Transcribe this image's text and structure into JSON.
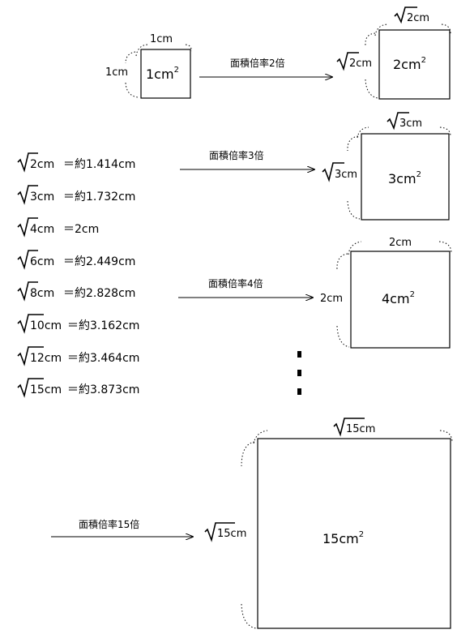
{
  "squares": [
    {
      "key": "s1",
      "area": "1cm",
      "sup": "2",
      "side_left": "1cm",
      "side_top": "1cm",
      "top_radical": false,
      "left_radical": false
    },
    {
      "key": "s2",
      "area": "2cm",
      "sup": "2",
      "side_left_num": "2",
      "side_left_unit": "cm",
      "side_top_num": "2",
      "side_top_unit": "cm",
      "top_radical": true,
      "left_radical": true
    },
    {
      "key": "s3",
      "area": "3cm",
      "sup": "2",
      "side_left_num": "3",
      "side_left_unit": "cm",
      "side_top_num": "3",
      "side_top_unit": "cm",
      "top_radical": true,
      "left_radical": true
    },
    {
      "key": "s4",
      "area": "4cm",
      "sup": "2",
      "side_left": "2cm",
      "side_top": "2cm",
      "top_radical": false,
      "left_radical": false
    },
    {
      "key": "s15",
      "area": "15cm",
      "sup": "2",
      "side_left_num": "15",
      "side_left_unit": "cm",
      "side_top_num": "15",
      "side_top_unit": "cm",
      "top_radical": true,
      "left_radical": true
    }
  ],
  "arrows": [
    {
      "label": "面積倍率2倍"
    },
    {
      "label": "面積倍率3倍"
    },
    {
      "label": "面積倍率4倍"
    },
    {
      "label": "面積倍率15倍"
    }
  ],
  "values": [
    {
      "rad": "2",
      "unit": "cm",
      "eq": "＝約1.414cm"
    },
    {
      "rad": "3",
      "unit": "cm",
      "eq": "＝約1.732cm"
    },
    {
      "rad": "4",
      "unit": "cm",
      "eq": "＝2cm"
    },
    {
      "rad": "6",
      "unit": "cm",
      "eq": "＝約2.449cm"
    },
    {
      "rad": "8",
      "unit": "cm",
      "eq": "＝約2.828cm"
    },
    {
      "rad": "10",
      "unit": "cm",
      "eq": "＝約3.162cm"
    },
    {
      "rad": "12",
      "unit": "cm",
      "eq": "＝約3.464cm"
    },
    {
      "rad": "15",
      "unit": "cm",
      "eq": "＝約3.873cm"
    }
  ],
  "ellipsis": "⋮"
}
